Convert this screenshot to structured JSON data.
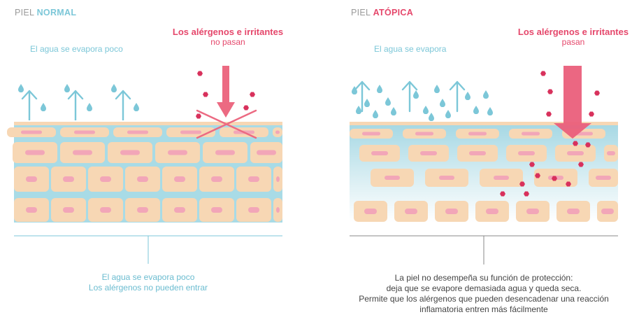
{
  "panels": {
    "normal": {
      "title_prefix": "PIEL ",
      "title_emphasis": "NORMAL",
      "allergen_heading": "Los alérgenos e irritantes",
      "allergen_status": "no pasan",
      "evaporation_label": "El agua se evapora poco",
      "caption_lines": [
        "El agua se evapora poco",
        "Los alérgenos no pueden entrar"
      ]
    },
    "atopic": {
      "title_prefix": "PIEL ",
      "title_emphasis": "ATÓPICA",
      "allergen_heading": "Los alérgenos e irritantes",
      "allergen_status": "pasan",
      "evaporation_label": "El agua se evapora",
      "caption_lines": [
        "La piel no desempeña su función de protección:",
        "deja que se evapore demasiada agua y queda seca.",
        "Permite que los alérgenos que pueden desencadenar una reacción",
        "inflamatoria entren más fácilmente"
      ]
    }
  },
  "colors": {
    "allergen_red": "#e5476b",
    "water_blue": "#7cc7d8",
    "cell_fill": "#f7d7b4",
    "cell_nucleus": "#f2a6b8",
    "intercellular": "#a8dbe6"
  },
  "icons": [
    "water-drop-icon",
    "evaporation-arrow-icon",
    "allergen-particle-icon",
    "allergen-arrow-icon",
    "blocked-cross-icon"
  ]
}
